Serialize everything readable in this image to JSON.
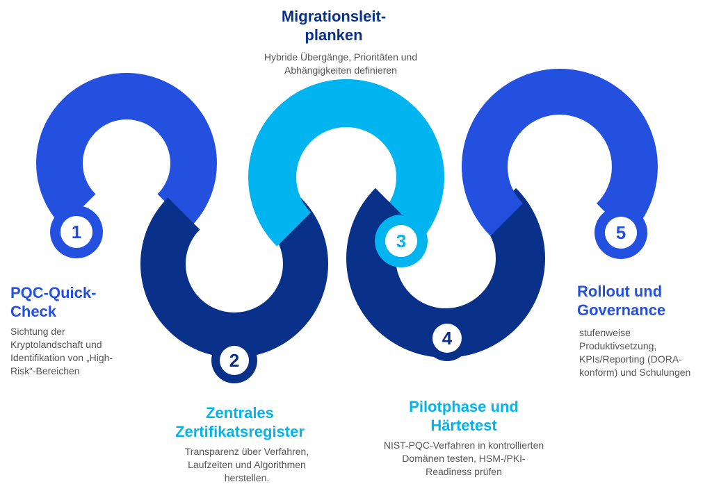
{
  "colors": {
    "blue": "#2450E0",
    "navy": "#0A3189",
    "cyan": "#00B4F0",
    "text": "#555555"
  },
  "steps": [
    {
      "number": "1",
      "title": "PQC-Quick-\nCheck",
      "description": "Sichtung der\nKryptolandschaft und\nIdentifikation von „High-\nRisk“-Bereichen",
      "color": "#2450E0"
    },
    {
      "number": "2",
      "title": "Zentrales\nZertifikatsregister",
      "description": "Transparenz über Verfahren,\nLaufzeiten und Algorithmen\nherstellen.",
      "color": "#0A3189"
    },
    {
      "number": "3",
      "title": "Migrationsleit-\nplanken",
      "description": "Hybride Übergänge, Prioritäten und\nAbhängigkeiten definieren",
      "color": "#00B4F0"
    },
    {
      "number": "4",
      "title": "Pilotphase und\nHärtetest",
      "description": "NIST-PQC-Verfahren in kontrollierten\nDomänen testen, HSM-/PKI-\nReadiness prüfen",
      "color": "#0A3189"
    },
    {
      "number": "5",
      "title": "Rollout und\nGovernance",
      "description": "stufenweise\nProduktivsetzung,\nKPIs/Reporting (DORA-\nkonform) und Schulungen",
      "color": "#2450E0"
    }
  ]
}
